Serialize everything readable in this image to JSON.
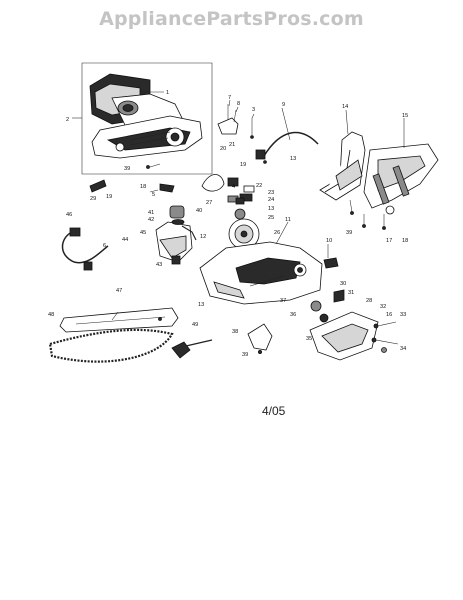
{
  "watermark": "AppliancePartsPros.com",
  "date_code": "4/05",
  "callouts": {
    "c1": "1",
    "c2": "2",
    "c3": "3",
    "c4": "4",
    "c5": "5",
    "c6": "6",
    "c7": "7",
    "c8": "8",
    "c9": "9",
    "c10": "10",
    "c11": "11",
    "c12": "12",
    "c13a": "13",
    "c13b": "13",
    "c13c": "13",
    "c14": "14",
    "c15": "15",
    "c16": "16",
    "c17": "17",
    "c18": "18",
    "c18b": "18",
    "c19": "19",
    "c19b": "19",
    "c20": "20",
    "c21": "21",
    "c22": "22",
    "c23": "23",
    "c24": "24",
    "c25": "25",
    "c26": "26",
    "c27": "27",
    "c28": "28",
    "c29": "29",
    "c30": "30",
    "c31": "31",
    "c32": "32",
    "c33": "33",
    "c34": "34",
    "c35": "35",
    "c36": "36",
    "c37": "37",
    "c38": "38",
    "c39a": "39",
    "c39b": "39",
    "c39c": "39",
    "c40": "40",
    "c41": "41",
    "c42": "42",
    "c43": "43",
    "c44": "44",
    "c45": "45",
    "c46": "46",
    "c47": "47",
    "c48": "48",
    "c49": "49"
  }
}
